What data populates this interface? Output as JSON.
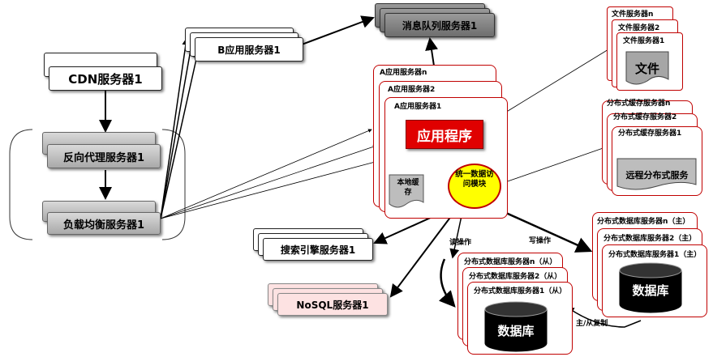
{
  "cdn": "CDN服务器1",
  "reverse_proxy": "反向代理服务器1",
  "load_balancer": "负载均衡服务器1",
  "b_app": "B应用服务器1",
  "mq": "消息队列服务器1",
  "search": "搜索引擎服务器1",
  "nosql": "NoSQL服务器1",
  "a_app": {
    "n": "A应用服务器n",
    "two": "A应用服务器2",
    "one": "A应用服务器1"
  },
  "app_program": "应用程序",
  "local_cache": "本地缓存",
  "data_access": "统一数据访问模块",
  "file_servers": {
    "n": "文件服务器n",
    "two": "文件服务器2",
    "one": "文件服务器1",
    "file": "文件"
  },
  "cache_servers": {
    "n": "分布式缓存服务器n",
    "two": "分布式缓存服务器2",
    "one": "分布式缓存服务器1",
    "remote": "远程分布式服务"
  },
  "db_master": {
    "n": "分布式数据库服务器n（主）",
    "two": "分布式数据库服务器2（主）",
    "one": "分布式数据库服务器1（主）",
    "db": "数据库"
  },
  "db_slave": {
    "n": "分布式数据库服务器n（从）",
    "two": "分布式数据库服务器2（从）",
    "one": "分布式数据库服务器1（从）",
    "db": "数据库"
  },
  "labels": {
    "read": "读操作",
    "write": "写操作",
    "replication": "主/从复制"
  }
}
